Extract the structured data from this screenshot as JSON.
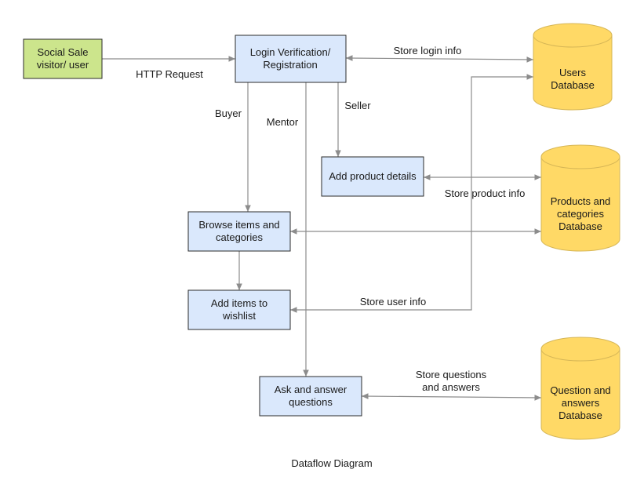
{
  "colors": {
    "process_fill": "#dae8fc",
    "process_stroke": "#2b2b2b",
    "entity_fill": "#cce58c",
    "datastore_fill": "#ffd966",
    "datastore_stroke": "#d6b656",
    "edge": "#8c8c8c"
  },
  "nodes": {
    "visitor": {
      "lines": [
        "Social Sale",
        "visitor/ user"
      ]
    },
    "login": {
      "lines": [
        "Login Verification/",
        "Registration"
      ]
    },
    "add_product": {
      "lines": [
        "Add product details"
      ]
    },
    "browse": {
      "lines": [
        "Browse items and",
        "categories"
      ]
    },
    "wishlist": {
      "lines": [
        "Add items to",
        "wishlist"
      ]
    },
    "ask_answer": {
      "lines": [
        "Ask and answer",
        "questions"
      ]
    },
    "users_db": {
      "lines": [
        "Users",
        "Database"
      ]
    },
    "products_db": {
      "lines": [
        "Products and",
        "categories",
        "Database"
      ]
    },
    "qa_db": {
      "lines": [
        "Question and",
        "answers",
        "Database"
      ]
    }
  },
  "edge_labels": {
    "http_request": [
      "HTTP Request"
    ],
    "store_login": [
      "Store login info"
    ],
    "buyer": [
      "Buyer"
    ],
    "mentor": [
      "Mentor"
    ],
    "seller": [
      "Seller"
    ],
    "store_product": [
      "Store product info"
    ],
    "store_user": [
      "Store user info"
    ],
    "store_qa": [
      "Store questions",
      "and answers"
    ]
  },
  "caption": "Dataflow Diagram"
}
